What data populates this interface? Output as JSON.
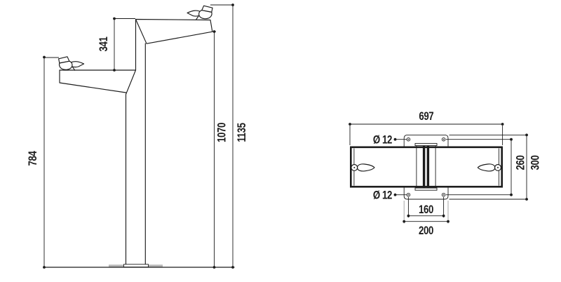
{
  "side_view": {
    "dims": {
      "upper_top_above_lower_deck": "341",
      "lower_deck_height": "784",
      "upper_deck_height": "1070",
      "total_height": "1135"
    }
  },
  "plan_view": {
    "dims": {
      "overall_length": "697",
      "top_hole_diameter": "Ø 12",
      "bottom_hole_diameter": "Ø 12",
      "hole_spacing_depth": "260",
      "plate_depth": "300",
      "hole_spacing_width": "160",
      "plate_width": "200"
    }
  },
  "colors": {
    "line": "#1c1c1c",
    "floor_shadow": "#b8b8b8",
    "background": "#ffffff"
  }
}
